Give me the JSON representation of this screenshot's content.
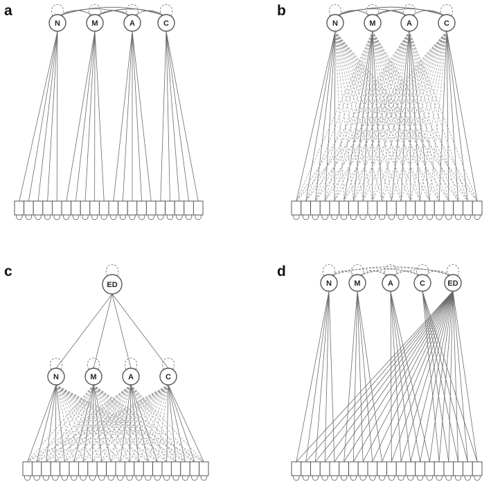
{
  "panels": [
    {
      "letter": "a",
      "factors": [
        {
          "id": "N",
          "label": "N"
        },
        {
          "id": "M",
          "label": "M"
        },
        {
          "id": "A",
          "label": "A"
        },
        {
          "id": "C",
          "label": "C"
        }
      ],
      "item_count": 20,
      "model": "correlated-factors",
      "cross_loadings": false
    },
    {
      "letter": "b",
      "factors": [
        {
          "id": "N",
          "label": "N"
        },
        {
          "id": "M",
          "label": "M"
        },
        {
          "id": "A",
          "label": "A"
        },
        {
          "id": "C",
          "label": "C"
        }
      ],
      "item_count": 20,
      "model": "correlated-factors",
      "cross_loadings": true
    },
    {
      "letter": "c",
      "general_factor": {
        "id": "ED",
        "label": "ED"
      },
      "factors": [
        {
          "id": "N",
          "label": "N"
        },
        {
          "id": "M",
          "label": "M"
        },
        {
          "id": "A",
          "label": "A"
        },
        {
          "id": "C",
          "label": "C"
        }
      ],
      "item_count": 20,
      "model": "higher-order",
      "cross_loadings": true
    },
    {
      "letter": "d",
      "factors": [
        {
          "id": "N",
          "label": "N"
        },
        {
          "id": "M",
          "label": "M"
        },
        {
          "id": "A",
          "label": "A"
        },
        {
          "id": "C",
          "label": "C"
        },
        {
          "id": "ED",
          "label": "ED"
        }
      ],
      "item_count": 20,
      "model": "bifactor",
      "cross_loadings": false
    }
  ]
}
